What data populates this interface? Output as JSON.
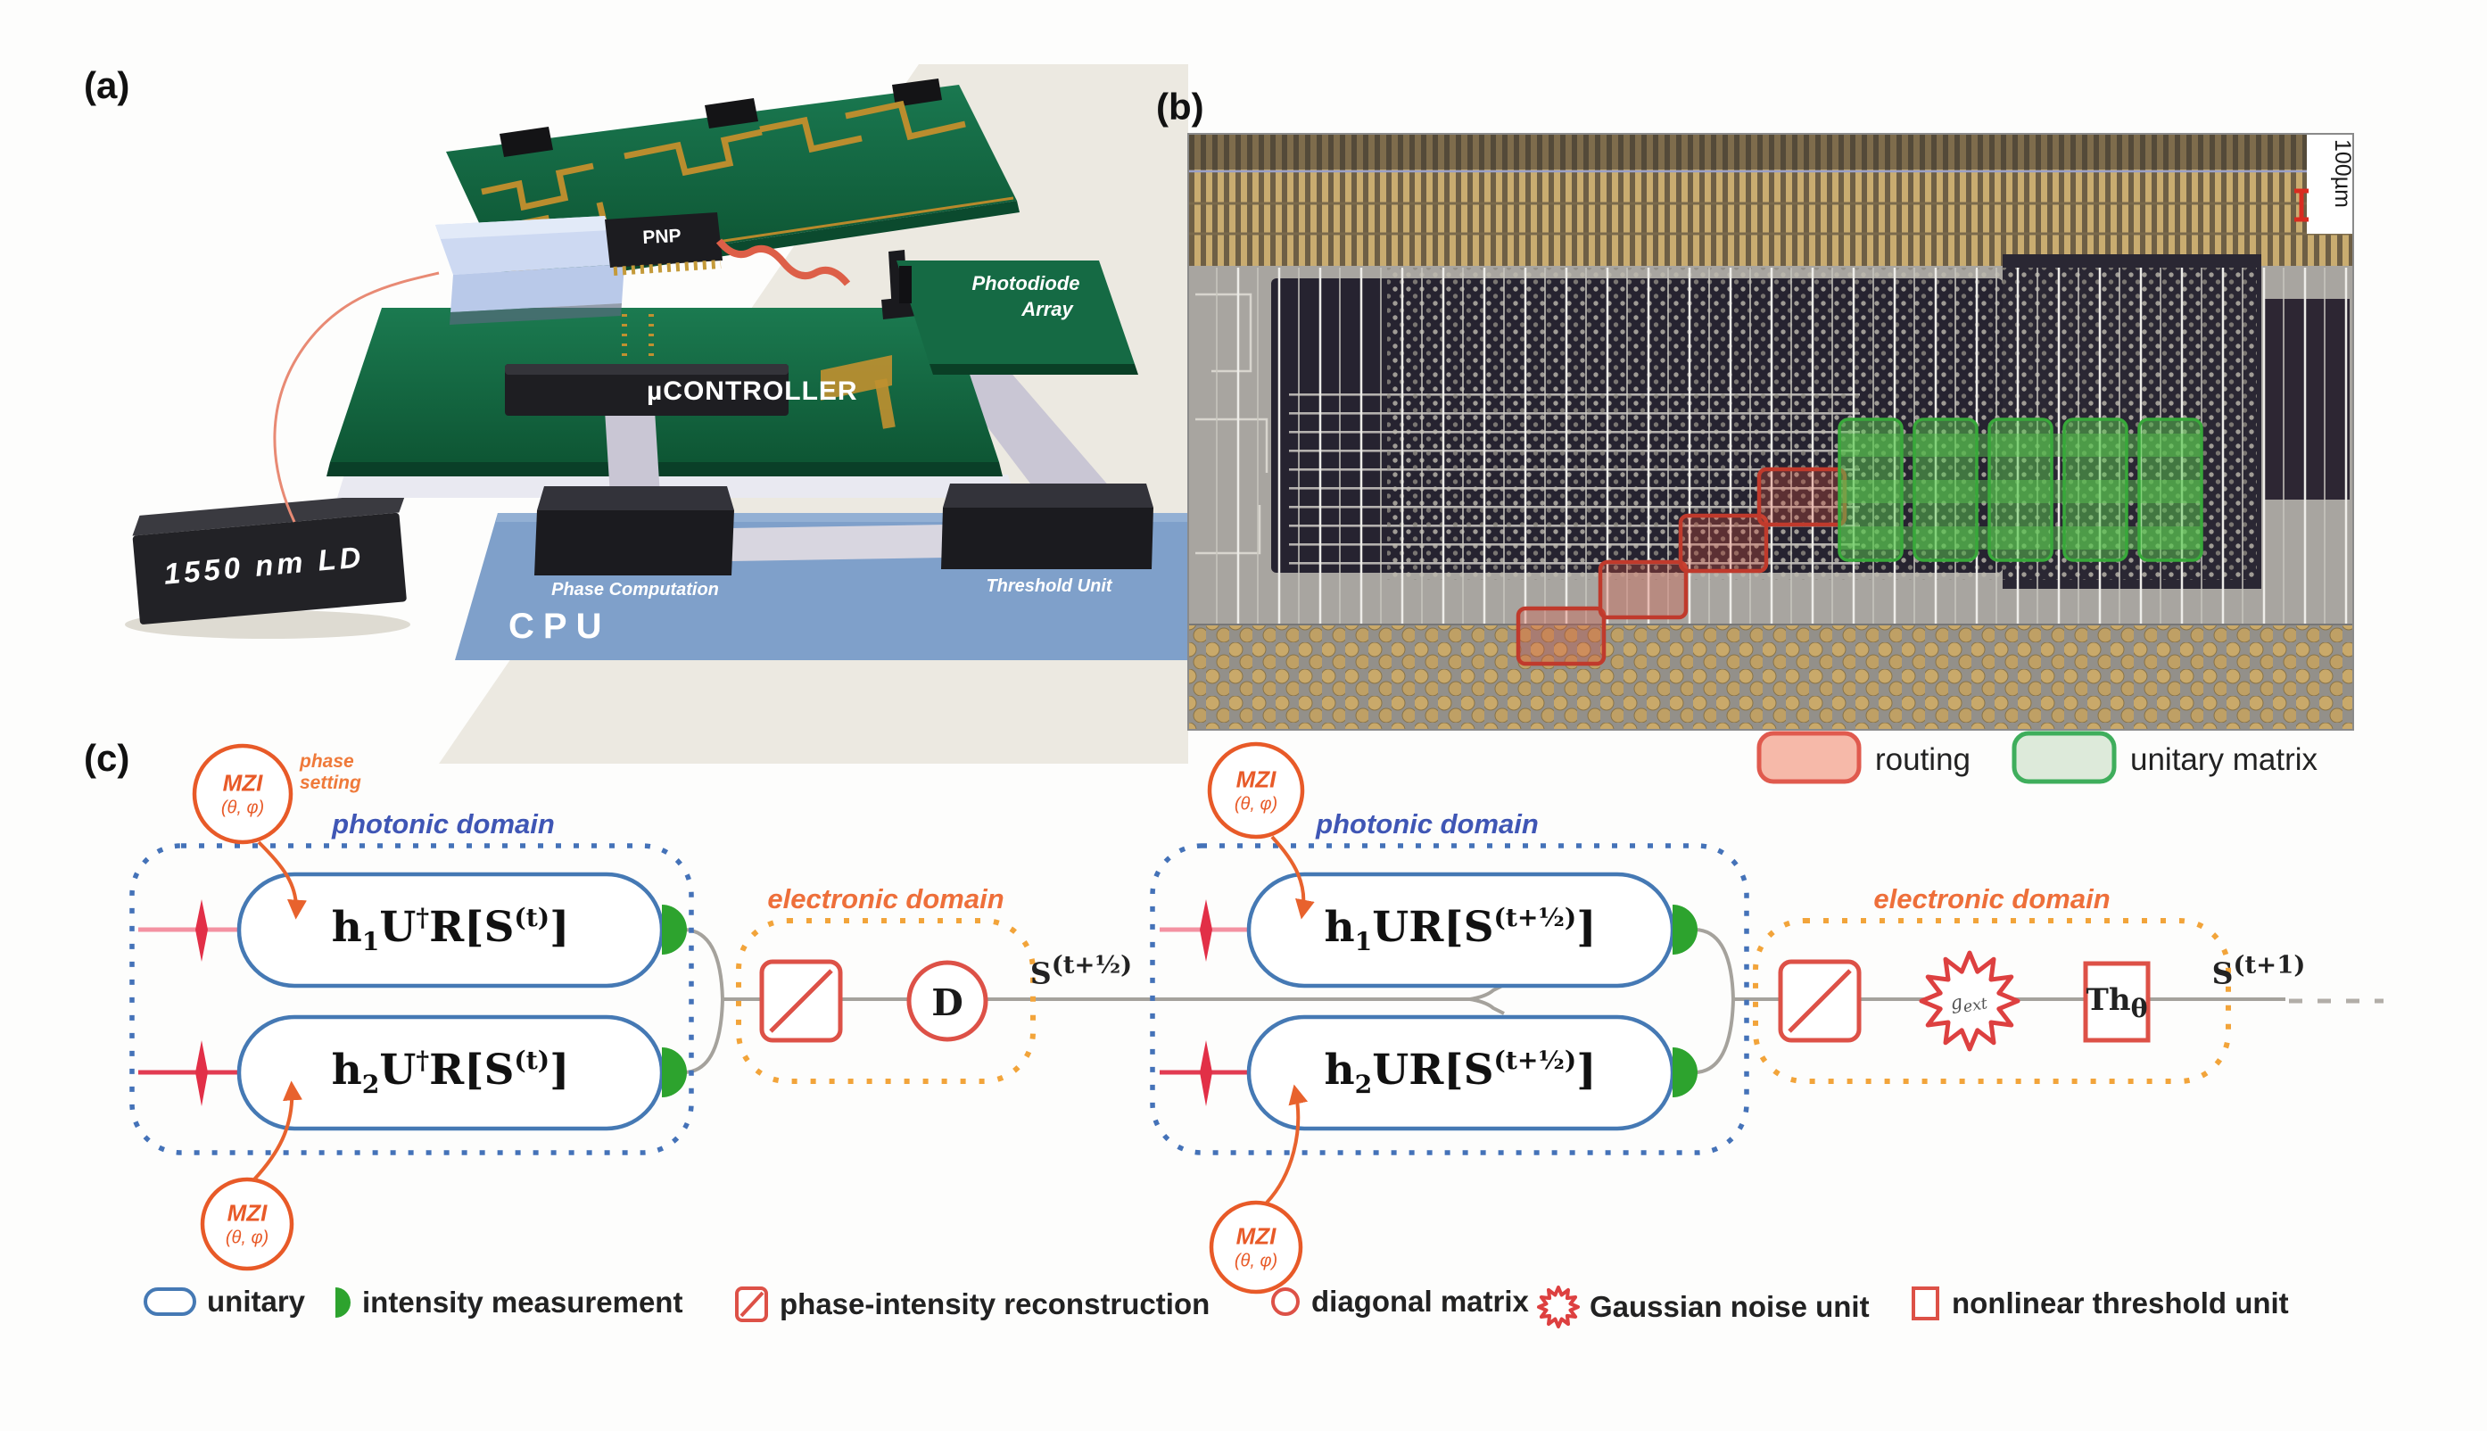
{
  "panel_a": {
    "label": "(a)",
    "laser": "1550 nm LD",
    "pnp": "PNP",
    "controller": "µCONTROLLER",
    "photodiode_line1": "Photodiode",
    "photodiode_line2": "Array",
    "phase_computation": "Phase Computation",
    "threshold_unit": "Threshold Unit",
    "cpu": "CPU"
  },
  "panel_b": {
    "label": "(b)",
    "scale_bar": "100µm",
    "legend": {
      "routing": "routing",
      "unitary_matrix": "unitary matrix"
    },
    "colors": {
      "routing": "#e05a4e",
      "unitary": "#3fae5c"
    }
  },
  "panel_c": {
    "label": "(c)",
    "photonic_domain": "photonic domain",
    "electronic_domain": "electronic domain",
    "mzi_line1": "MZI",
    "mzi_line2": "(θ, φ)",
    "phase_setting_line1": "phase",
    "phase_setting_line2": "setting",
    "block1_html": "h<sub>1</sub>U<sup>†</sup>R[S<sup>(t)</sup>]",
    "block2_html": "h<sub>2</sub>U<sup>†</sup>R[S<sup>(t)</sup>]",
    "block3_html": "h<sub>1</sub>UR[S<sup>(t+½)</sup>]",
    "block4_html": "h<sub>2</sub>UR[S<sup>(t+½)</sup>]",
    "signal_mid_html": "S<sup>(t+½)</sup>",
    "signal_out_html": "S<sup>(t+1)</sup>",
    "diagonal_label": "D",
    "noise_label_html": "g<sub>ext</sub>",
    "threshold_label_html": "Th<sub>θ</sub>",
    "legend": [
      {
        "glyph": "unitary-icon",
        "label": "unitary"
      },
      {
        "glyph": "intensity-measurement-icon",
        "label": "intensity measurement"
      },
      {
        "glyph": "phase-intensity-reconstruction-icon",
        "label": "phase-intensity reconstruction"
      },
      {
        "glyph": "diagonal-matrix-icon",
        "label": "diagonal matrix"
      },
      {
        "glyph": "gaussian-noise-icon",
        "label": "Gaussian noise unit"
      },
      {
        "glyph": "nonlinear-threshold-icon",
        "label": "nonlinear threshold unit"
      }
    ],
    "colors": {
      "photonic": "#3f56b5",
      "electronic": "#ee6f3a",
      "accent_red": "#dd4f47",
      "green": "#2da32e",
      "orange": "#e85a28"
    }
  }
}
